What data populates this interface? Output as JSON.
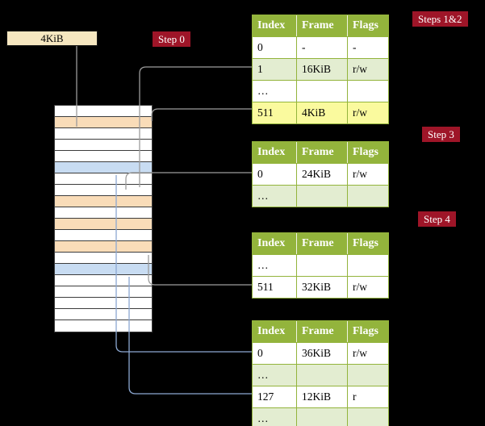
{
  "colors": {
    "background": "#000000",
    "box_cream": "#f6e7c0",
    "badge_red": "#9e1528",
    "table_header_green": "#93b43c",
    "row_green": "#e3edd1",
    "row_yellow": "#fafa9e",
    "strip_peach": "#f9dcb8",
    "strip_blue": "#c8dcf2",
    "arrow_gray": "#9c9c9c",
    "arrow_blue": "#8ca8d2"
  },
  "frame_box": {
    "label": "4KiB"
  },
  "badges": {
    "step0": "Step 0",
    "steps_1_2": "Steps 1&2",
    "step3": "Step 3",
    "step4": "Step 4"
  },
  "memory_strip": {
    "rows": [
      "white",
      "peach",
      "white",
      "white",
      "white",
      "blue",
      "white",
      "white",
      "peach",
      "white",
      "peach",
      "white",
      "peach",
      "white",
      "blue",
      "white",
      "white",
      "white",
      "white",
      "white"
    ]
  },
  "tables": [
    {
      "id": "page-table-1",
      "headers": [
        "Index",
        "Frame",
        "Flags"
      ],
      "rows": [
        {
          "bg": "white",
          "cells": [
            "0",
            "-",
            "-"
          ]
        },
        {
          "bg": "green",
          "cells": [
            "1",
            "16KiB",
            "r/w"
          ]
        },
        {
          "bg": "white",
          "cells": [
            "…",
            "",
            ""
          ]
        },
        {
          "bg": "yellow",
          "cells": [
            "511",
            "4KiB",
            "r/w"
          ]
        }
      ]
    },
    {
      "id": "page-table-2",
      "headers": [
        "Index",
        "Frame",
        "Flags"
      ],
      "rows": [
        {
          "bg": "white",
          "cells": [
            "0",
            "24KiB",
            "r/w"
          ]
        },
        {
          "bg": "green",
          "cells": [
            "…",
            "",
            ""
          ]
        }
      ]
    },
    {
      "id": "page-table-3",
      "headers": [
        "Index",
        "Frame",
        "Flags"
      ],
      "rows": [
        {
          "bg": "white",
          "cells": [
            "…",
            "",
            ""
          ]
        },
        {
          "bg": "white",
          "cells": [
            "511",
            "32KiB",
            "r/w"
          ]
        }
      ]
    },
    {
      "id": "page-table-4",
      "headers": [
        "Index",
        "Frame",
        "Flags"
      ],
      "rows": [
        {
          "bg": "white",
          "cells": [
            "0",
            "36KiB",
            "r/w"
          ]
        },
        {
          "bg": "green",
          "cells": [
            "…",
            "",
            ""
          ]
        },
        {
          "bg": "white",
          "cells": [
            "127",
            "12KiB",
            "r"
          ]
        },
        {
          "bg": "green",
          "cells": [
            "…",
            "",
            ""
          ]
        }
      ]
    }
  ]
}
